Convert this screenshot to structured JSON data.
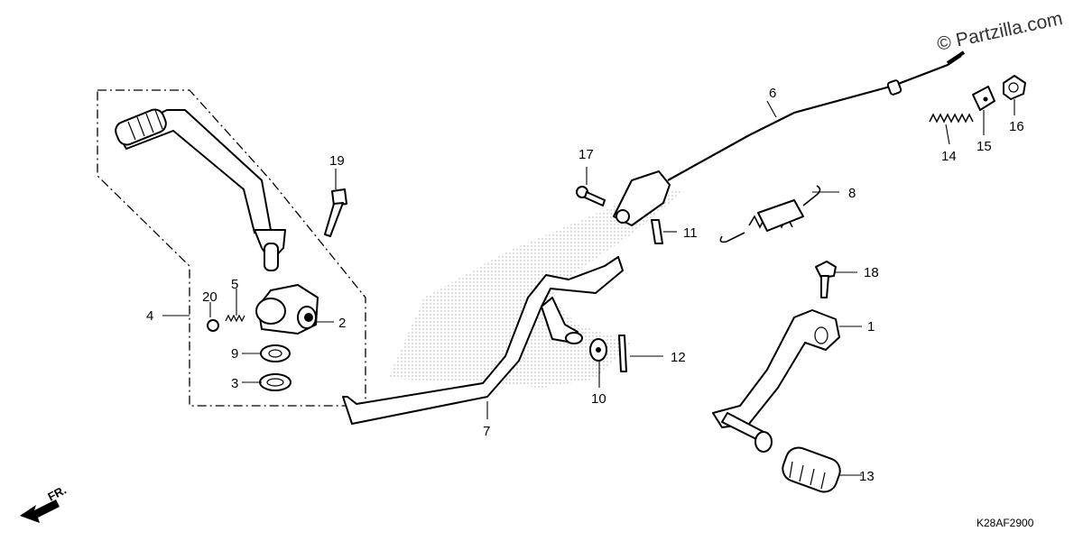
{
  "watermark": "© Partzilla.com",
  "drawing_code": "K28AF2900",
  "direction_label": "FR.",
  "callouts": {
    "c1": "1",
    "c2": "2",
    "c3": "3",
    "c4": "4",
    "c5": "5",
    "c6": "6",
    "c7": "7",
    "c8": "8",
    "c9": "9",
    "c10": "10",
    "c11": "11",
    "c12": "12",
    "c13": "13",
    "c14": "14",
    "c15": "15",
    "c16": "16",
    "c17": "17",
    "c18": "18",
    "c19": "19",
    "c20": "20"
  }
}
